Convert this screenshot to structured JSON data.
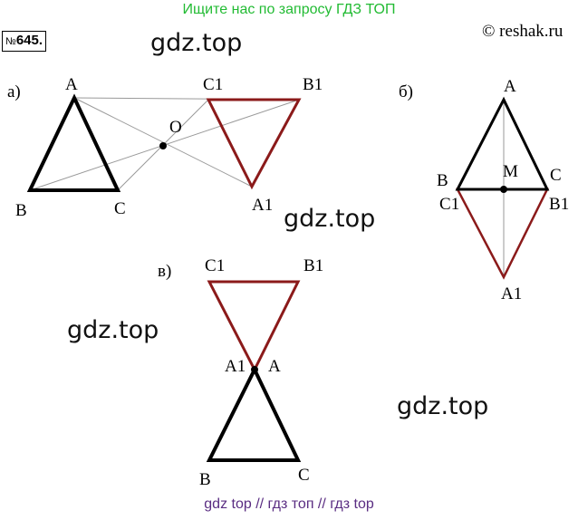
{
  "banner": "Ищите нас по запросу ГДЗ ТОП",
  "problem": {
    "prefix": "№",
    "number": "645."
  },
  "copyright": "© reshak.ru",
  "watermark": "gdz.top",
  "footer": "gdz top  //  гдз топ  //  гдз top",
  "colors": {
    "banner": "#22bb33",
    "figure": "#000000",
    "image": "#8b1a1a",
    "construction": "#999999",
    "footer": "#5a2d82"
  },
  "parts": {
    "a": {
      "label": "а)",
      "points": {
        "A": "A",
        "B": "B",
        "C": "C",
        "O": "O",
        "A1": "A",
        "B1": "B",
        "C1": "C",
        "sub": "1"
      }
    },
    "b": {
      "label": "б)",
      "points": {
        "A": "A",
        "B": "B",
        "C": "C",
        "M": "M",
        "A1": "A",
        "B1": "B",
        "C1": "C",
        "sub": "1"
      }
    },
    "c": {
      "label": "в)",
      "points": {
        "A": "A",
        "B": "B",
        "C": "C",
        "A1": "A",
        "B1": "B",
        "C1": "C",
        "sub": "1"
      }
    }
  }
}
